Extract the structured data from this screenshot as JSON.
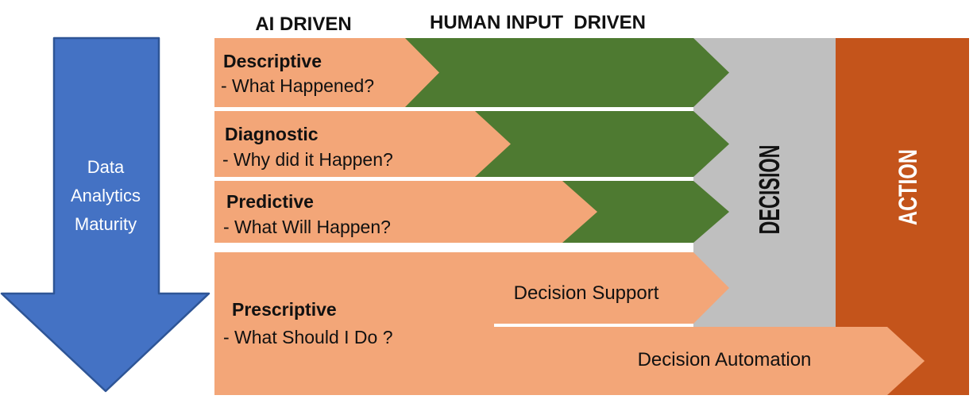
{
  "header": {
    "ai_driven": "AI DRIVEN",
    "human_input_driven": "HUMAN INPUT  DRIVEN"
  },
  "maturity_arrow": {
    "lines": [
      "Data",
      "Analytics",
      "Maturity"
    ]
  },
  "rows": [
    {
      "title": "Descriptive",
      "question": "- What Happened?"
    },
    {
      "title": "Diagnostic",
      "question": "- Why did it Happen?"
    },
    {
      "title": "Predictive",
      "question": "- What Will Happen?"
    },
    {
      "title": "Prescriptive",
      "question": "- What Should I Do ?"
    }
  ],
  "sub_arrows": {
    "support": "Decision Support",
    "automation": "Decision Automation"
  },
  "bands": {
    "decision": "DECISION",
    "action": "ACTION"
  },
  "colors": {
    "ai_orange": "#F3A678",
    "human_green": "#4E7A31",
    "decision_gray": "#BFBFBF",
    "action_orange": "#C4541B",
    "maturity_blue": "#4472C4",
    "maturity_blue_border": "#2E5596",
    "text_black": "#111111",
    "text_white": "#FFFFFF"
  }
}
